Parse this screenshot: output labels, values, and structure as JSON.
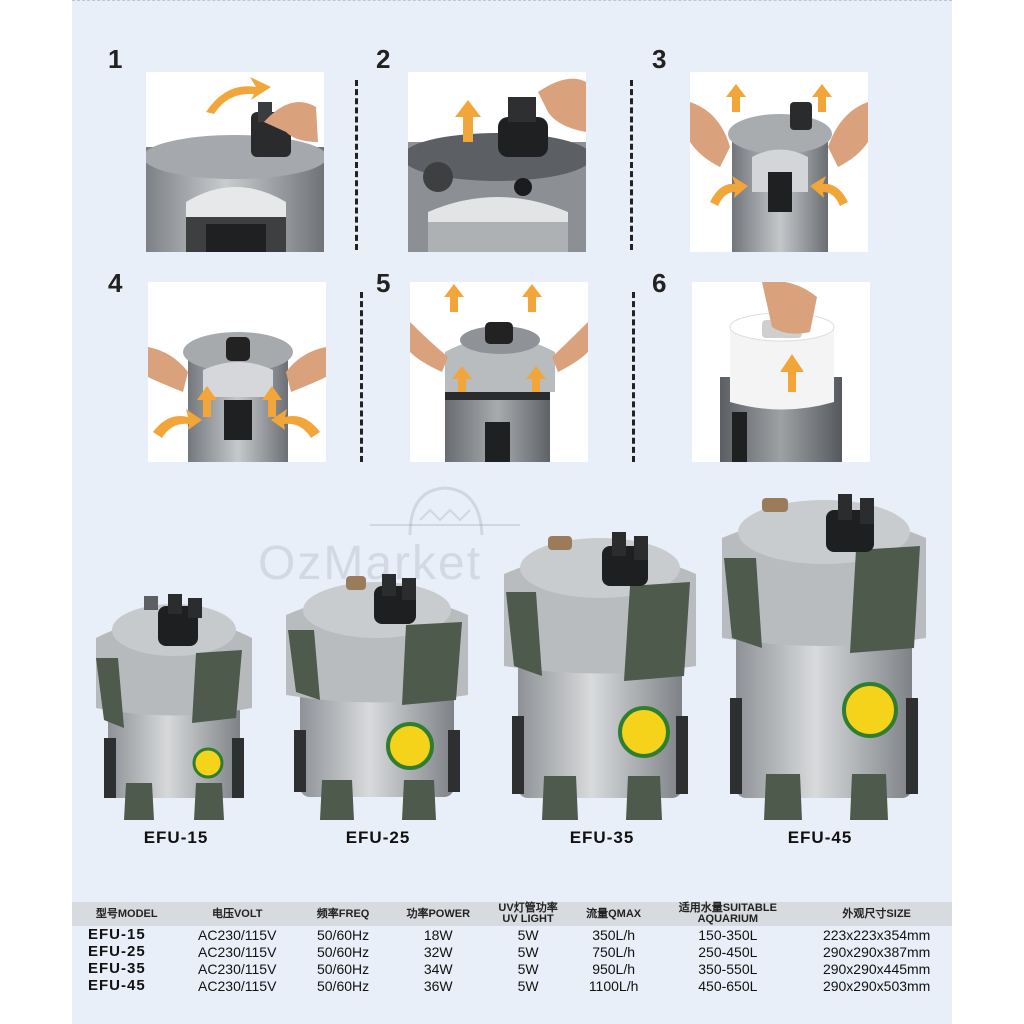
{
  "steps": [
    {
      "number": "1"
    },
    {
      "number": "2"
    },
    {
      "number": "3"
    },
    {
      "number": "4"
    },
    {
      "number": "5"
    },
    {
      "number": "6"
    }
  ],
  "watermark": "OzMarket",
  "products": [
    {
      "model": "EFU-15"
    },
    {
      "model": "EFU-25"
    },
    {
      "model": "EFU-35"
    },
    {
      "model": "EFU-45"
    }
  ],
  "spec_table": {
    "headers": [
      {
        "line1": "",
        "line2": "型号MODEL"
      },
      {
        "line1": "",
        "line2": "电压VOLT"
      },
      {
        "line1": "",
        "line2": "频率FREQ"
      },
      {
        "line1": "",
        "line2": "功率POWER"
      },
      {
        "line1": "UV灯管功率",
        "line2": "UV LIGHT"
      },
      {
        "line1": "",
        "line2": "流量QMAX"
      },
      {
        "line1": "",
        "line2": "适用水量SUITABLE AQUARIUM"
      },
      {
        "line1": "",
        "line2": "外观尺寸SIZE"
      }
    ],
    "rows": [
      [
        "EFU-15",
        "AC230/115V",
        "50/60Hz",
        "18W",
        "5W",
        "350L/h",
        "150-350L",
        "223x223x354mm"
      ],
      [
        "EFU-25",
        "AC230/115V",
        "50/60Hz",
        "32W",
        "5W",
        "750L/h",
        "250-450L",
        "290x290x387mm"
      ],
      [
        "EFU-35",
        "AC230/115V",
        "50/60Hz",
        "34W",
        "5W",
        "950L/h",
        "350-550L",
        "290x290x445mm"
      ],
      [
        "EFU-45",
        "AC230/115V",
        "50/60Hz",
        "36W",
        "5W",
        "1100L/h",
        "450-650L",
        "290x290x503mm"
      ]
    ]
  },
  "colors": {
    "background": "#e9eff8",
    "canister_silver": "#b9bcbf",
    "canister_dark": "#4d5a4c",
    "arrow_orange": "#f2a63a",
    "badge_yellow": "#f5d31a"
  }
}
